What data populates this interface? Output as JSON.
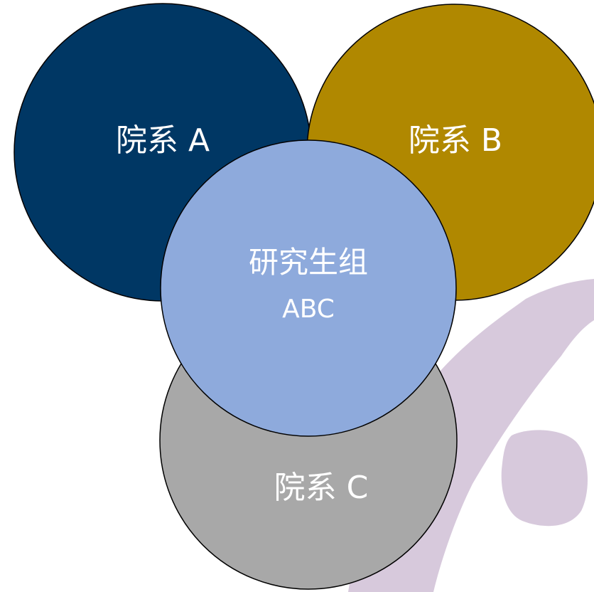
{
  "colors": {
    "dept_a": "#003764",
    "dept_b": "#b08800",
    "dept_c": "#a8a8a8",
    "center": "#8eaadc",
    "decor": "#d7c9dc",
    "outline": "#000000",
    "text": "#ffffff"
  },
  "circles": {
    "dept_a": {
      "label": "院系 A"
    },
    "dept_b": {
      "label": "院系 B"
    },
    "dept_c": {
      "label": "院系 C"
    },
    "center": {
      "label_line1": "研究生组",
      "label_line2": "ABC"
    }
  }
}
